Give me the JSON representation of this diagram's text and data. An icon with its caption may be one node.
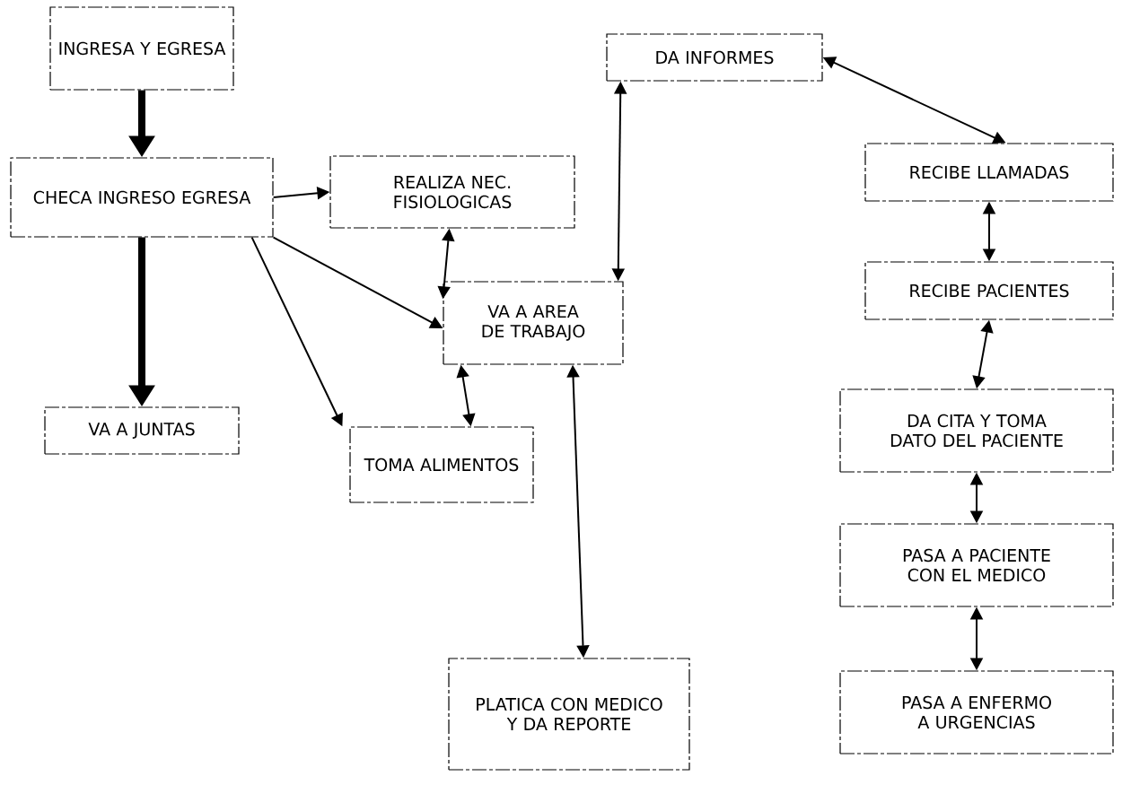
{
  "diagram": {
    "nodes": [
      {
        "text": [
          "INGRESA Y EGRESA"
        ]
      },
      {
        "text": [
          "CHECA INGRESO EGRESA"
        ]
      },
      {
        "text": [
          "REALIZA NEC. FISIOLOGICAS"
        ]
      },
      {
        "text": [
          "VA A JUNTAS"
        ]
      },
      {
        "text": [
          "VA A AREA DE TRABAJO"
        ]
      },
      {
        "text": [
          "TOMA ALIMENTOS"
        ]
      },
      {
        "text": [
          "DA INFORMES"
        ]
      },
      {
        "text": [
          "RECIBE LLAMADAS"
        ]
      },
      {
        "text": [
          "RECIBE PACIENTES"
        ]
      },
      {
        "text": [
          "DA CITA Y TOMA DATO DEL PACIENTE"
        ]
      },
      {
        "text": [
          "PASA A PACIENTE CON EL MEDICO"
        ]
      },
      {
        "text": [
          "PASA A ENFERMO A URGENCIAS"
        ]
      },
      {
        "text": [
          "PLATICA CON MEDICO Y DA REPORTE"
        ]
      }
    ],
    "edges": [
      {
        "from": 0,
        "to": 1,
        "arrow": "to",
        "style": "thick"
      },
      {
        "from": 1,
        "to": 2,
        "arrow": "to"
      },
      {
        "from": 1,
        "to": 4,
        "arrow": "to"
      },
      {
        "from": 1,
        "to": 5,
        "arrow": "to"
      },
      {
        "from": 1,
        "to": 3,
        "arrow": "to",
        "style": "thick"
      },
      {
        "from": 2,
        "to": 4,
        "arrow": "both"
      },
      {
        "from": 4,
        "to": 5,
        "arrow": "both"
      },
      {
        "from": 6,
        "to": 4,
        "arrow": "both"
      },
      {
        "from": 4,
        "to": 12,
        "arrow": "both"
      },
      {
        "from": 6,
        "to": 7,
        "arrow": "both"
      },
      {
        "from": 7,
        "to": 8,
        "arrow": "both"
      },
      {
        "from": 8,
        "to": 9,
        "arrow": "both"
      },
      {
        "from": 9,
        "to": 10,
        "arrow": "both"
      },
      {
        "from": 10,
        "to": 11,
        "arrow": "both"
      }
    ]
  }
}
